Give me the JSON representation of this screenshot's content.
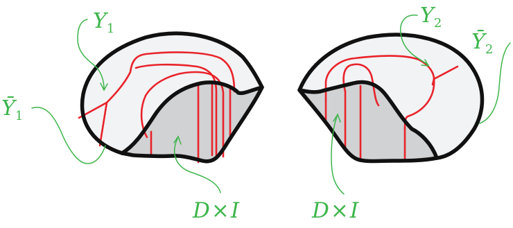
{
  "colors": {
    "outline": "#111111",
    "surface": "#f2f3f5",
    "shaded_region": "#d1d2d4",
    "curves": "#e8232a",
    "labels": "#3cb54a"
  },
  "labels": {
    "y1": {
      "base": "Y",
      "sub": "1"
    },
    "y1_bar": {
      "base": "Ȳ",
      "sub": "1"
    },
    "y2": {
      "base": "Y",
      "sub": "2"
    },
    "y2_bar": {
      "base": "Ȳ",
      "sub": "2"
    },
    "dxi_left": {
      "d": "D",
      "times": "×",
      "i": "I"
    },
    "dxi_right": {
      "d": "D",
      "times": "×",
      "i": "I"
    }
  }
}
